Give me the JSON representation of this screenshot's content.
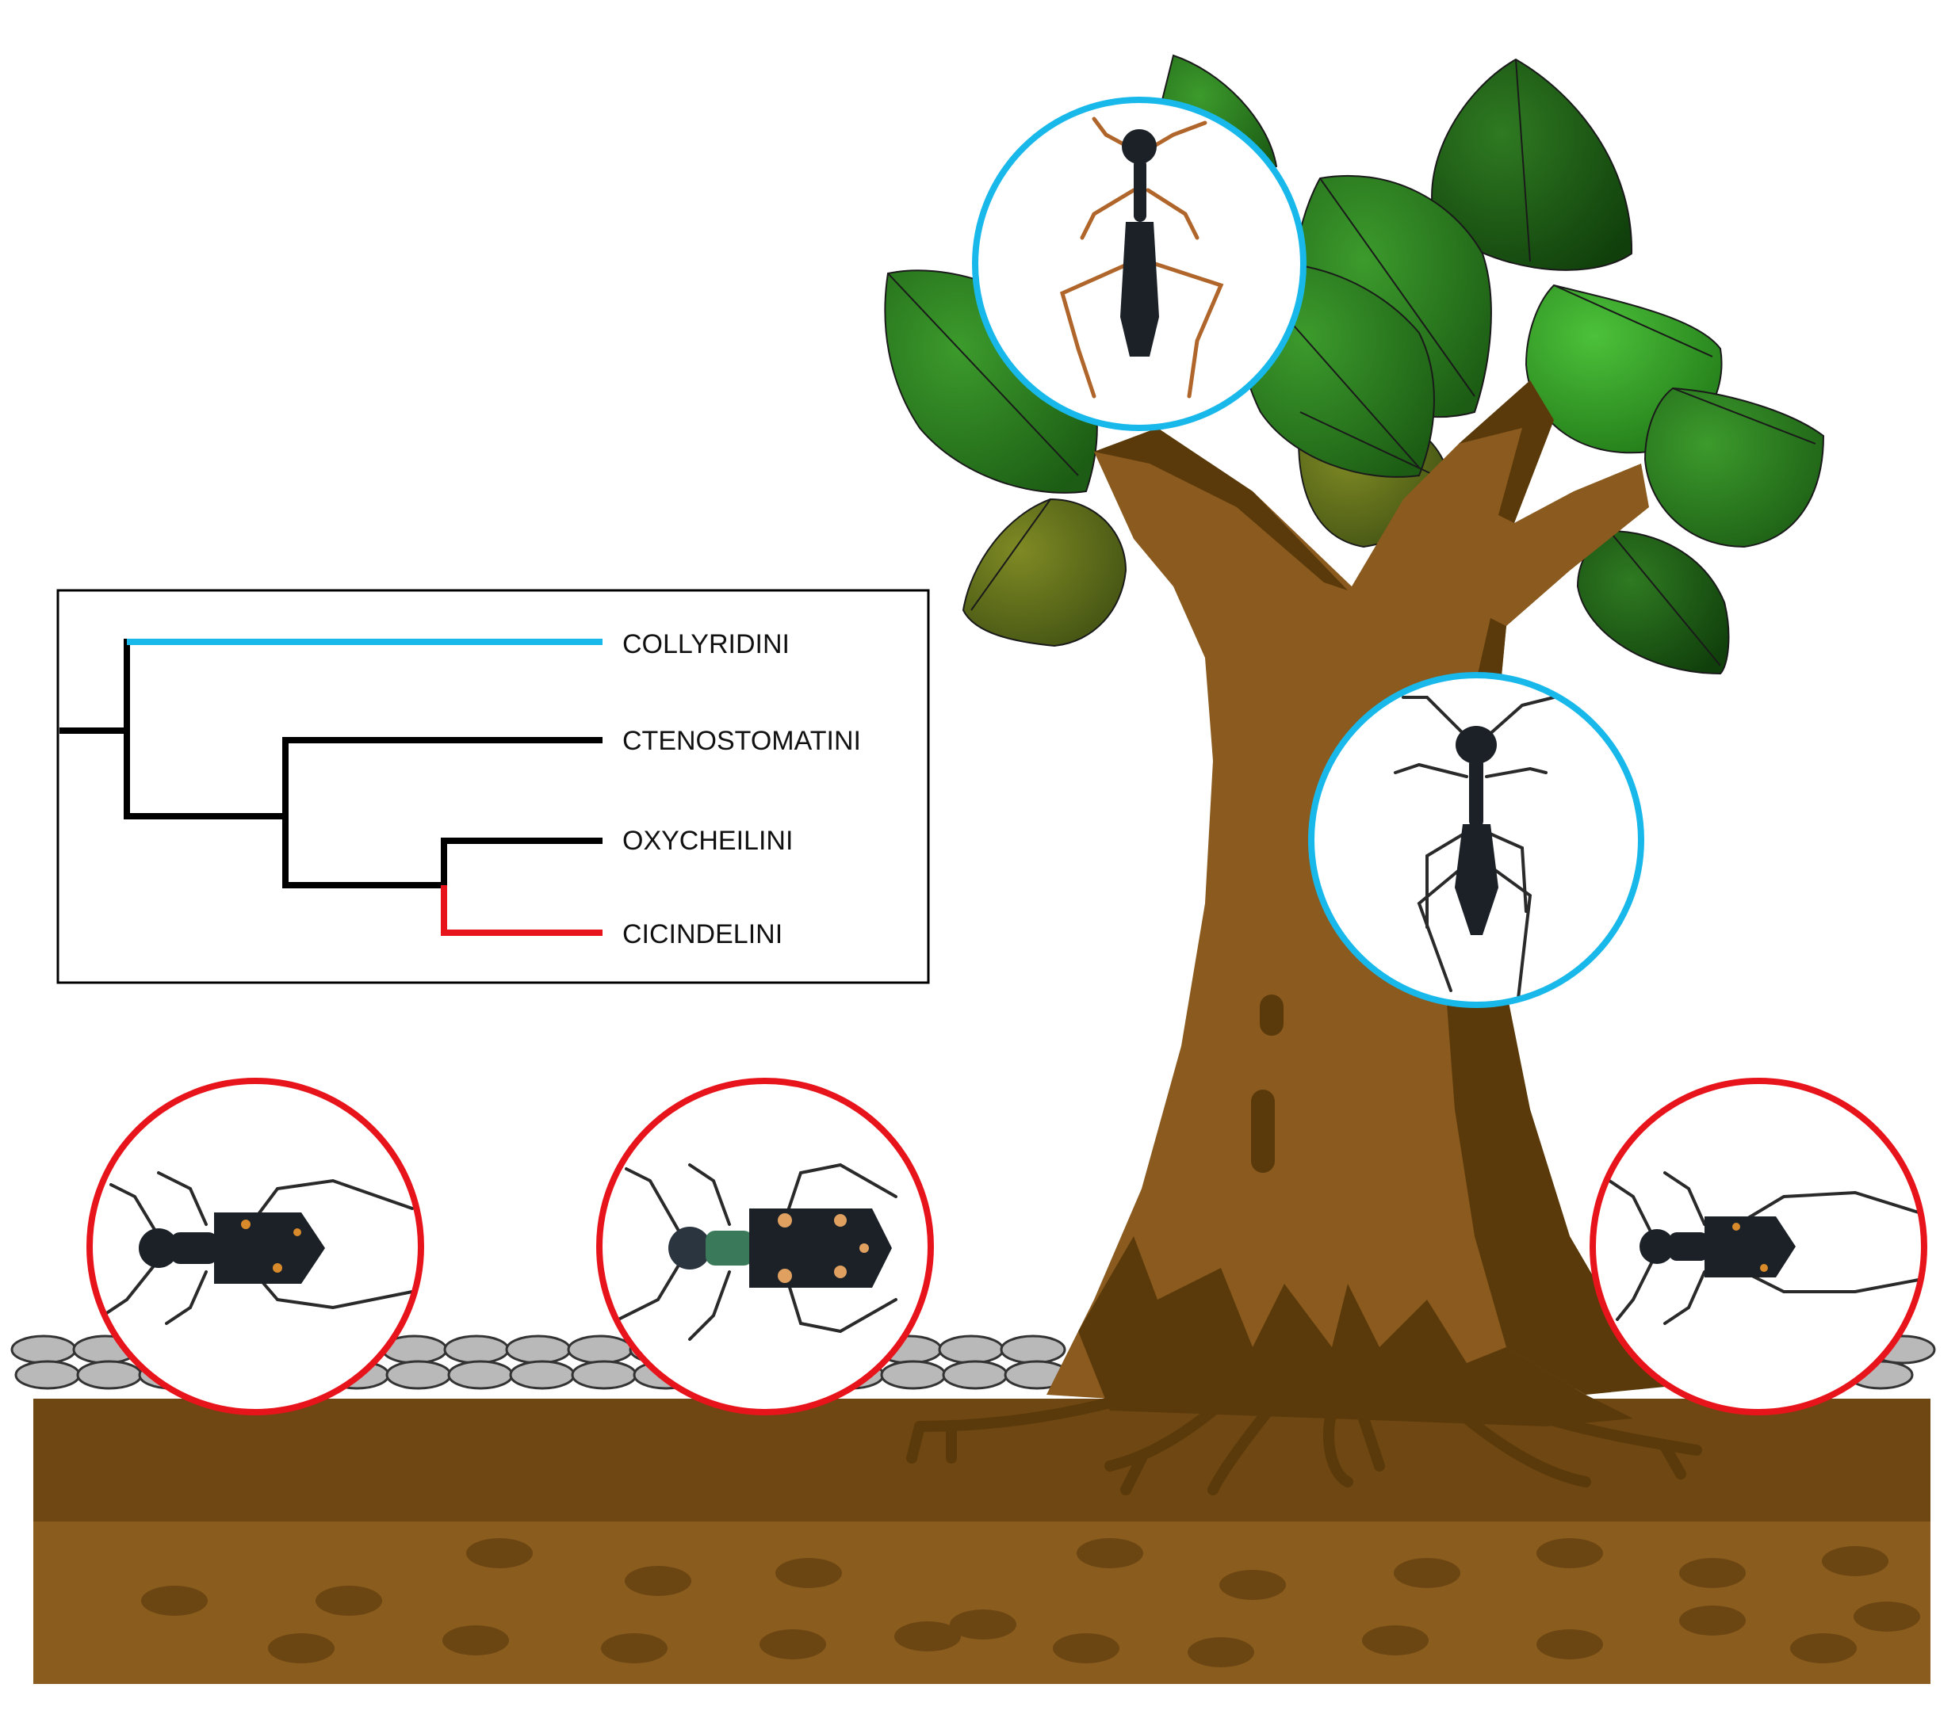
{
  "figure": {
    "colors": {
      "background": "#ffffff",
      "soil_top": "#6f4712",
      "soil_bottom": "#8a5c1e",
      "soil_spot": "#6b4512",
      "pebble": "#b9b9b9",
      "trunk": "#8a5a1e",
      "trunk_shadow": "#5a3a0b",
      "leaf_dark": "#1f5e15",
      "leaf_mid": "#2f8a22",
      "leaf_light": "#3aa82a",
      "leaf_olive": "#6b7a1e",
      "arboreal_ring": "#18b8ea",
      "terrestrial_ring": "#e8141c",
      "beetle_body": "#1c2128",
      "beetle_leg": "#2a2a2a"
    },
    "phylogeny": {
      "taxa": [
        {
          "name": "COLLYRIDINI",
          "color": "#18b8ea"
        },
        {
          "name": "CTENOSTOMATINI",
          "color": "#000000"
        },
        {
          "name": "OXYCHEILINI",
          "color": "#000000"
        },
        {
          "name": "CICINDELINI",
          "color": "#e8141c"
        }
      ]
    },
    "specimens": [
      {
        "habitat": "arboreal",
        "ring": "arboreal_ring",
        "beetle": "slender-orange-legs"
      },
      {
        "habitat": "arboreal",
        "ring": "arboreal_ring",
        "beetle": "slender-dark"
      },
      {
        "habitat": "terrestrial",
        "ring": "terrestrial_ring",
        "beetle": "spotted-dark"
      },
      {
        "habitat": "terrestrial",
        "ring": "terrestrial_ring",
        "beetle": "spotted-metallic"
      },
      {
        "habitat": "terrestrial",
        "ring": "terrestrial_ring",
        "beetle": "spotted-dark-small"
      }
    ]
  }
}
